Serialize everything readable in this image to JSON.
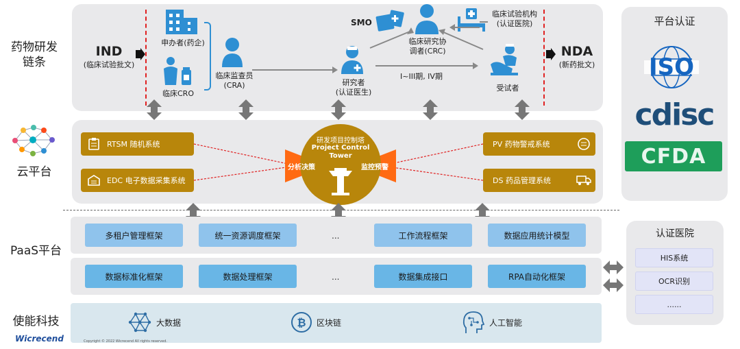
{
  "rows": {
    "drug_rd": "药物研发\n链条",
    "cloud": "云平台",
    "paas": "PaaS平台",
    "enable": "使能科技"
  },
  "chain": {
    "ind_title": "IND",
    "ind_sub": "(临床试验批文)",
    "nda_title": "NDA",
    "nda_sub": "(新药批文)",
    "sponsor": "申办者(药企)",
    "cro": "临床CRO",
    "cra": "临床监查员\n(CRA)",
    "researcher": "研究者\n(认证医生)",
    "smo": "SMO",
    "crc": "临床研究协\n调者(CRC)",
    "institution": "临床试验机构\n(认证医院)",
    "subject": "受试者",
    "phase": "I~III期, IV期"
  },
  "cloud": {
    "rtsm": "RTSM 随机系统",
    "edc": "EDC 电子数据采集系统",
    "pv": "PV 药物警戒系统",
    "ds": "DS 药品管理系统",
    "tower_title_cn": "研发项目控制塔",
    "tower_title_en": "Project Control Tower",
    "analysis": "分析决策",
    "monitor": "监控预警"
  },
  "paas": {
    "row1": [
      "多租户管理框架",
      "统一资源调度框架",
      "...",
      "工作流程框架",
      "数据应用统计模型"
    ],
    "row2": [
      "数据标准化框架",
      "数据处理框架",
      "...",
      "数据集成接口",
      "RPA自动化框架"
    ]
  },
  "tech": {
    "bigdata": "大数据",
    "blockchain": "区块链",
    "ai": "人工智能"
  },
  "cert": {
    "title": "平台认证",
    "iso": "ISO",
    "cdisc": "cdisc",
    "cfda": "CFDA"
  },
  "hospital": {
    "title": "认证医院",
    "items": [
      "HIS系统",
      "OCR识别",
      "......"
    ]
  },
  "brand": {
    "logo": "Wicrecend",
    "copyright": "Copyright © 2022 Wicrecend All rights reserved."
  },
  "colors": {
    "gold": "#b8860b",
    "blue_box": "#8fc3ec",
    "icon_blue": "#2e8fd3",
    "orange": "#ff6a13",
    "red_dash": "#e02020"
  }
}
